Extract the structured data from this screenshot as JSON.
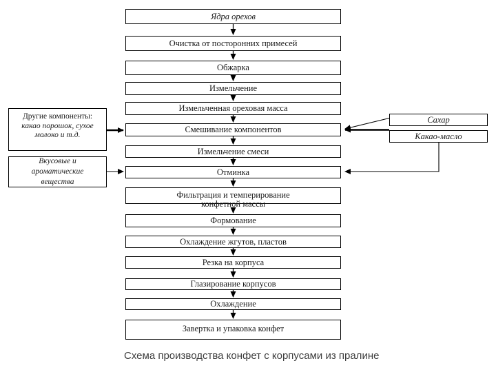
{
  "diagram": {
    "caption": "Схема производства конфет с корпусами из пралине",
    "steps": [
      {
        "label": "Ядра орехов"
      },
      {
        "label": "Очистка от посторонних примесей"
      },
      {
        "label": "Обжарка"
      },
      {
        "label": "Измельчение"
      },
      {
        "label": "Измельченная ореховая масса"
      },
      {
        "label": "Смешивание компонентов"
      },
      {
        "label": "Измельчение смеси"
      },
      {
        "label": "Отминка"
      },
      {
        "label": "Фильтрация и темперирование конфетной массы"
      },
      {
        "label": "Формование"
      },
      {
        "label": "Охлаждение жгутов, пластов"
      },
      {
        "label": "Резка на корпуса"
      },
      {
        "label": "Глазирование корпусов"
      },
      {
        "label": "Охлаждение"
      },
      {
        "label": "Завертка и упаковка конфет"
      }
    ],
    "left_inputs": [
      {
        "title": "Другие компоненты:",
        "detail": "какао порошок, сухое молоко и т.д."
      },
      {
        "label": "Вкусовые и ароматические вещества"
      }
    ],
    "right_inputs": [
      {
        "label": "Сахар"
      },
      {
        "label": "Какао-масло"
      }
    ],
    "colors": {
      "line": "#000000",
      "text": "#1a1a1a",
      "caption": "#3d3d3d",
      "background": "#ffffff"
    }
  }
}
